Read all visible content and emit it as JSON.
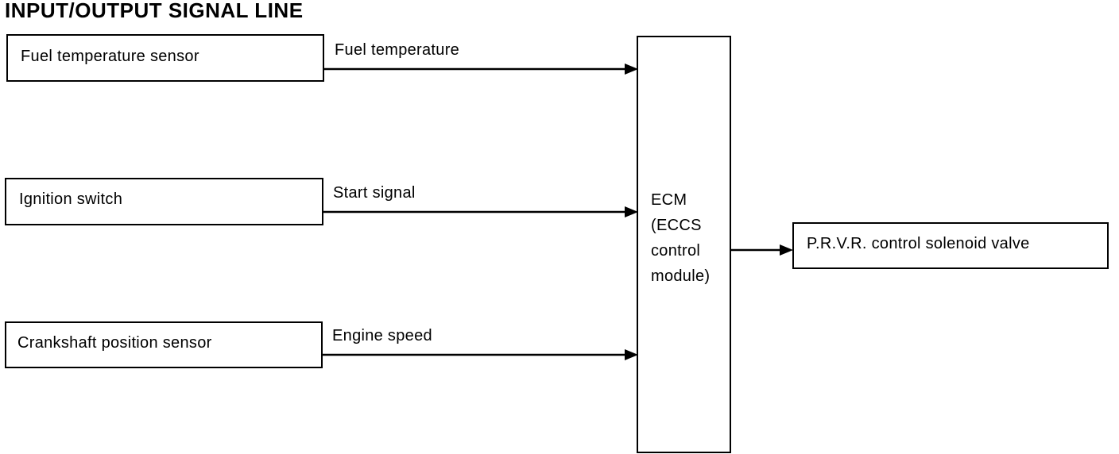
{
  "title": "INPUT/OUTPUT SIGNAL LINE",
  "inputs": [
    {
      "sensor": "Fuel temperature sensor",
      "signal": "Fuel temperature"
    },
    {
      "sensor": "Ignition switch",
      "signal": "Start signal"
    },
    {
      "sensor": "Crankshaft position sensor",
      "signal": "Engine speed"
    }
  ],
  "ecm": {
    "lines": [
      "ECM",
      "(ECCS",
      "control",
      "module)"
    ]
  },
  "output": {
    "actuator": "P.R.V.R. control solenoid valve"
  }
}
